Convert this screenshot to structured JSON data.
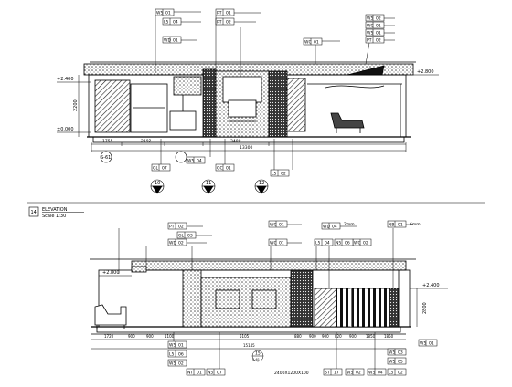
{
  "elevation_top": {
    "levels": {
      "upper": "+2.400",
      "upper_right": "+2.800",
      "floor": "±0.000"
    },
    "height_mark": "2200",
    "dims": [
      "1755",
      "2192",
      "3400",
      "13300"
    ],
    "tags": [
      [
        "W5",
        "01"
      ],
      [
        "L5",
        "04"
      ],
      [
        "WD",
        "01"
      ],
      [
        "PT",
        "01"
      ],
      [
        "PT",
        "02"
      ],
      [
        "WC",
        "01"
      ],
      [
        "W5",
        "02"
      ],
      [
        "WC",
        "01"
      ],
      [
        "W5",
        "01"
      ],
      [
        "PT",
        "02"
      ],
      [
        "GL",
        "07"
      ],
      [
        "GC",
        "01"
      ],
      [
        "W5",
        "04"
      ],
      [
        "L5",
        "02"
      ]
    ],
    "sections": [
      "10",
      "11",
      "12"
    ],
    "sheet": "S-61"
  },
  "elevation_label": {
    "index": "14",
    "title": "ELEVATION",
    "scale": "Scale 1:30"
  },
  "elevation_bottom": {
    "levels": {
      "right": "+2.400",
      "left": "+2.800"
    },
    "height_mark": "2800",
    "dims": [
      "1720",
      "900",
      "900",
      "1100",
      "5105",
      "880",
      "900",
      "900",
      "820",
      "900",
      "1850",
      "1850",
      "15145"
    ],
    "tags": [
      [
        "PT",
        "02"
      ],
      [
        "GL",
        "03"
      ],
      [
        "WD",
        "02"
      ],
      [
        "WC",
        "01"
      ],
      [
        "WC",
        "01"
      ],
      [
        "WD",
        "04"
      ],
      [
        "L5",
        "04"
      ],
      [
        "NB",
        "01"
      ],
      [
        "WC",
        "02"
      ],
      [
        "N5",
        "06"
      ],
      [
        "W5",
        "01"
      ],
      [
        "L5",
        "06"
      ],
      [
        "W5",
        "02"
      ],
      [
        "NT",
        "01"
      ],
      [
        "N5",
        "07"
      ],
      [
        "ST",
        "17"
      ],
      [
        "W5",
        "02"
      ],
      [
        "W5",
        "04"
      ],
      [
        "W5",
        "05"
      ],
      [
        "W5",
        "03"
      ],
      [
        "L5",
        "02"
      ],
      [
        "W5",
        "01"
      ]
    ],
    "notes": [
      "2mm",
      "6mm"
    ],
    "section": "15",
    "sheet": "S-61",
    "bottom_note": "2400X1200X100"
  }
}
